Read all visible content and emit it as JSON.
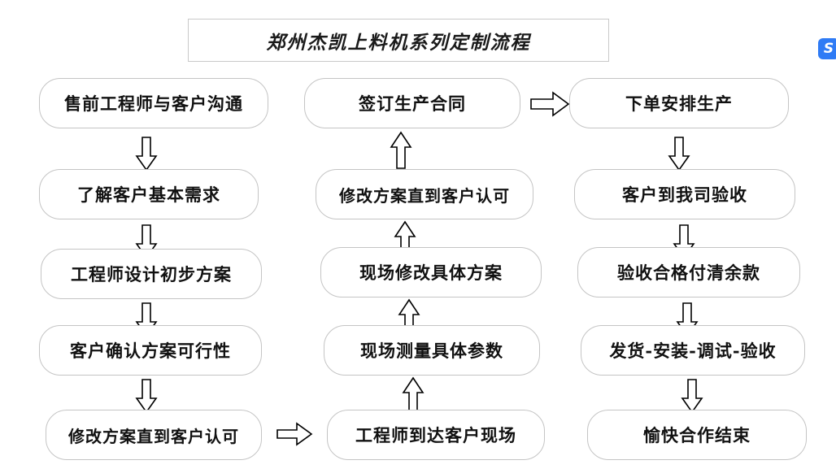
{
  "diagram": {
    "title": "郑州杰凯上料机系列定制流程",
    "background_color": "#ffffff",
    "node_border_color": "#c4c4c4",
    "arrow_stroke_color": "#000000",
    "text_color": "#111111"
  },
  "columns": [
    {
      "id": "column-1",
      "nodes": [
        {
          "id": "n1",
          "label": "售前工程师与客户沟通"
        },
        {
          "id": "n2",
          "label": "了解客户基本需求"
        },
        {
          "id": "n3",
          "label": "工程师设计初步方案"
        },
        {
          "id": "n4",
          "label": "客户确认方案可行性"
        },
        {
          "id": "n5",
          "label": "修改方案直到客户认可"
        }
      ]
    },
    {
      "id": "column-2",
      "nodes": [
        {
          "id": "n6",
          "label": "签订生产合同"
        },
        {
          "id": "n7",
          "label": "修改方案直到客户认可"
        },
        {
          "id": "n8",
          "label": "现场修改具体方案"
        },
        {
          "id": "n9",
          "label": "现场测量具体参数"
        },
        {
          "id": "n10",
          "label": "工程师到达客户现场"
        }
      ]
    },
    {
      "id": "column-3",
      "nodes": [
        {
          "id": "n11",
          "label": "下单安排生产"
        },
        {
          "id": "n12",
          "label": "客户到我司验收"
        },
        {
          "id": "n13",
          "label": "验收合格付清余款"
        },
        {
          "id": "n14",
          "label": "发货-安装-调试-验收"
        },
        {
          "id": "n15",
          "label": "愉快合作结束"
        }
      ]
    }
  ],
  "connectors": [
    {
      "id": "a1",
      "direction": "down",
      "from": "n1",
      "to": "n2"
    },
    {
      "id": "a2",
      "direction": "down",
      "from": "n2",
      "to": "n3"
    },
    {
      "id": "a3",
      "direction": "down",
      "from": "n3",
      "to": "n4"
    },
    {
      "id": "a4",
      "direction": "down",
      "from": "n4",
      "to": "n5"
    },
    {
      "id": "a5",
      "direction": "right",
      "from": "n5",
      "to": "n10"
    },
    {
      "id": "a6",
      "direction": "up",
      "from": "n10",
      "to": "n9"
    },
    {
      "id": "a7",
      "direction": "up",
      "from": "n9",
      "to": "n8"
    },
    {
      "id": "a8",
      "direction": "up",
      "from": "n8",
      "to": "n7"
    },
    {
      "id": "a9",
      "direction": "up",
      "from": "n7",
      "to": "n6"
    },
    {
      "id": "a10",
      "direction": "right",
      "from": "n6",
      "to": "n11"
    },
    {
      "id": "a11",
      "direction": "down",
      "from": "n11",
      "to": "n12"
    },
    {
      "id": "a12",
      "direction": "down",
      "from": "n12",
      "to": "n13"
    },
    {
      "id": "a13",
      "direction": "down",
      "from": "n13",
      "to": "n14"
    },
    {
      "id": "a14",
      "direction": "down",
      "from": "n14",
      "to": "n15"
    }
  ],
  "badge": {
    "glyph": "S",
    "color": "#2f7bf5",
    "name": "watermark-logo"
  }
}
